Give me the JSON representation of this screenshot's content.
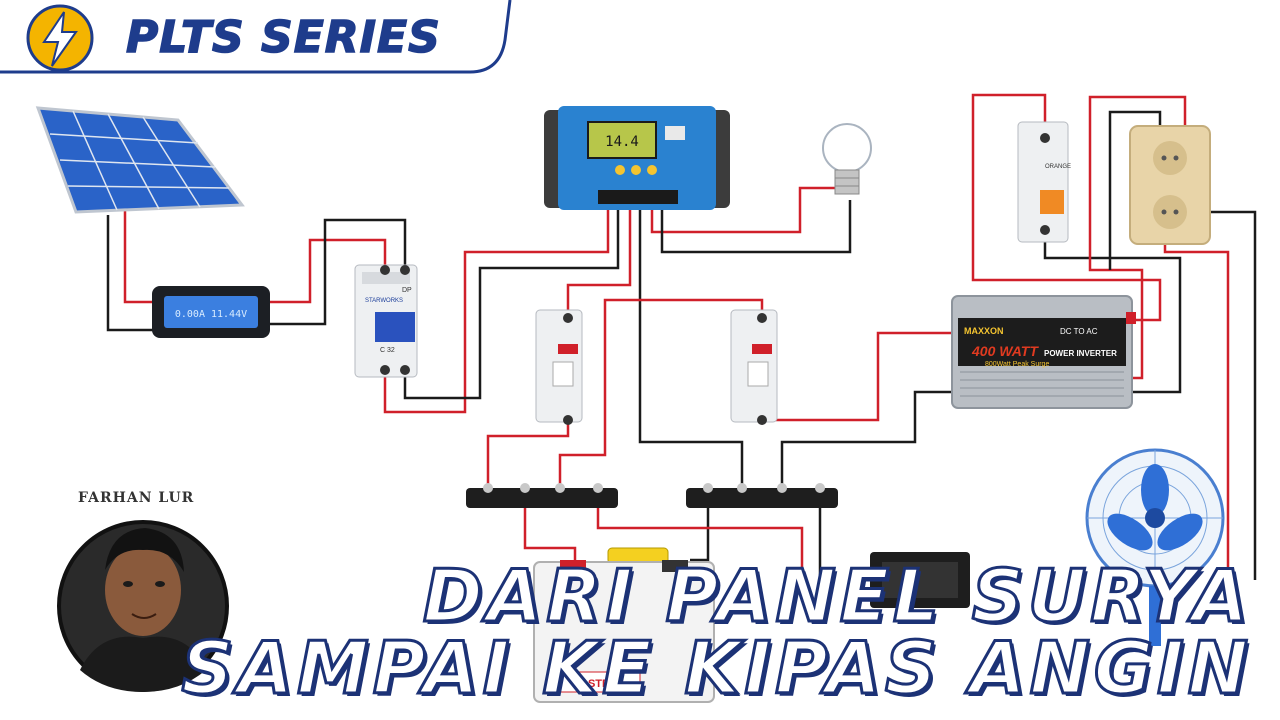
{
  "header": {
    "series_title": "PLTS SERIES",
    "logo_icon": "lightning-bolt-icon"
  },
  "author": {
    "name": "FARHAN LUR",
    "avatar": "presenter-avatar"
  },
  "headline": {
    "line1": "DARI PANEL SURYA",
    "line2": "SAMPAI KE KIPAS ANGIN"
  },
  "components": {
    "mppt_display": "0.00A  11.44V",
    "controller_display": "14.4",
    "mcb_main": {
      "brand": "STARWORKS",
      "rating": "C 32",
      "pole": "DP"
    },
    "mcb_output": {
      "brand": "ORANGE"
    },
    "inverter": {
      "brand": "MAXXON",
      "watt": "400 WATT",
      "type_top": "DC TO AC",
      "type": "POWER INVERTER",
      "peak": "800Watt Peak Surge"
    },
    "battery": {
      "brand": "ASTRA"
    }
  },
  "colors": {
    "accent_blue": "#1e3c8c",
    "header_yellow": "#f4b400",
    "wire_red": "#d0202a",
    "wire_black": "#1a1a1a"
  }
}
